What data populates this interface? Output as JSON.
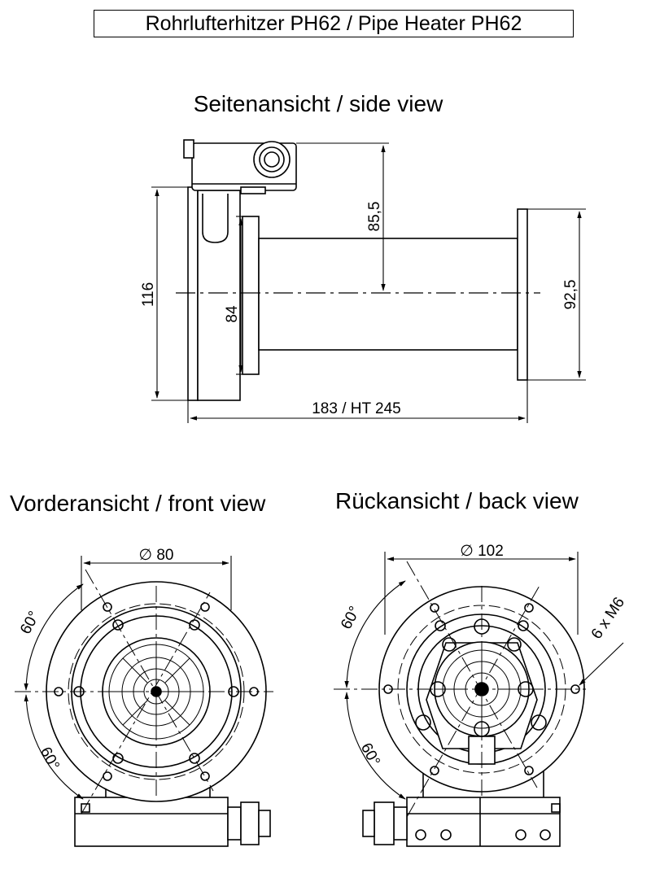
{
  "title": "Rohrlufterhitzer PH62 / Pipe Heater PH62",
  "side_view": {
    "label": "Seitenansicht / side view",
    "dim_height_flange": "116",
    "dim_tube_inner": "84",
    "dim_top_to_axis": "85,5",
    "dim_right_flange": "92,5",
    "dim_length": "183  / HT 245"
  },
  "front_view": {
    "label": "Vorderansicht / front view",
    "dim_diameter": "∅ 80",
    "angle_top": "60°",
    "angle_bottom": "60°"
  },
  "back_view": {
    "label": "Rückansicht / back view",
    "dim_diameter": "∅ 102",
    "angle_top": "60°",
    "angle_bottom": "60°",
    "holes": "6 x M6"
  }
}
